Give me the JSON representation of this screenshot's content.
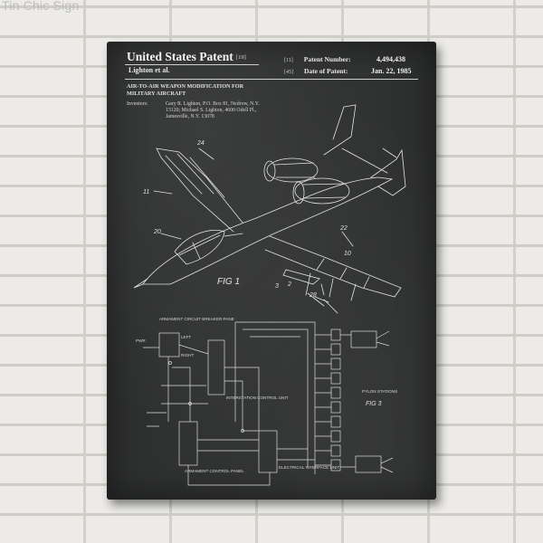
{
  "watermark": "Tin Chic Sign",
  "patent": {
    "title": "United States Patent",
    "title_code": "[19]",
    "inventor_short": "Lighton et al.",
    "number_code": "[11]",
    "number_label": "Patent Number:",
    "number": "4,494,438",
    "date_code": "[45]",
    "date_label": "Date of Patent:",
    "date": "Jan. 22, 1985",
    "abstract_title": "AIR-TO-AIR WEAPON MODIFICATION FOR MILITARY AIRCRAFT",
    "inventors_label": "Inventors:",
    "inventors": "Gary R. Lighton, P.O. Box 81, Nedrow, N.Y. 13120; Michael S. Lighton, 4600 Odell Pl., Jamesville, N.Y. 13078"
  },
  "figures": {
    "fig1": "FIG 1",
    "fig3": "FIG 3"
  },
  "callouts": {
    "c24": "24",
    "c11": "11",
    "c20": "20",
    "c22": "22",
    "c10": "10",
    "c28": "28",
    "c2": "2",
    "c3": "3"
  },
  "schematic": {
    "breaker": "ARMAMENT CIRCUIT BREAKER PANE",
    "left": "LEFT",
    "right": "RIGHT",
    "pwr": "PWR",
    "interstation": "INTERSTATION CONTROL UNIT",
    "pylon": "PYLON STATIONS",
    "armament_panel": "ARMAMENT CONTROL PANEL",
    "electrical": "ELECTRICAL INTERFACE UNIT"
  },
  "colors": {
    "board": "#2f3030",
    "ink": "#e6e6e6",
    "wall": "#ecebe7"
  }
}
